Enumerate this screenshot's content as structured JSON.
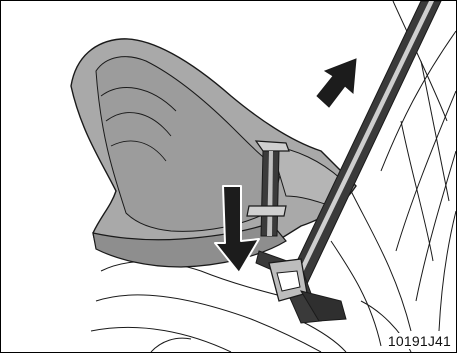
{
  "figure": {
    "code": "10191J41",
    "colors": {
      "seat_fill": "#a9a9a9",
      "seat_dark": "#7d7d7d",
      "outline": "#1a1a1a",
      "arrow_fill": "#1c1c1c",
      "background": "#ffffff"
    },
    "icons": [
      "child-seat-illustration",
      "up-arrow-icon",
      "down-arrow-icon",
      "seat-belt-buckle"
    ]
  }
}
